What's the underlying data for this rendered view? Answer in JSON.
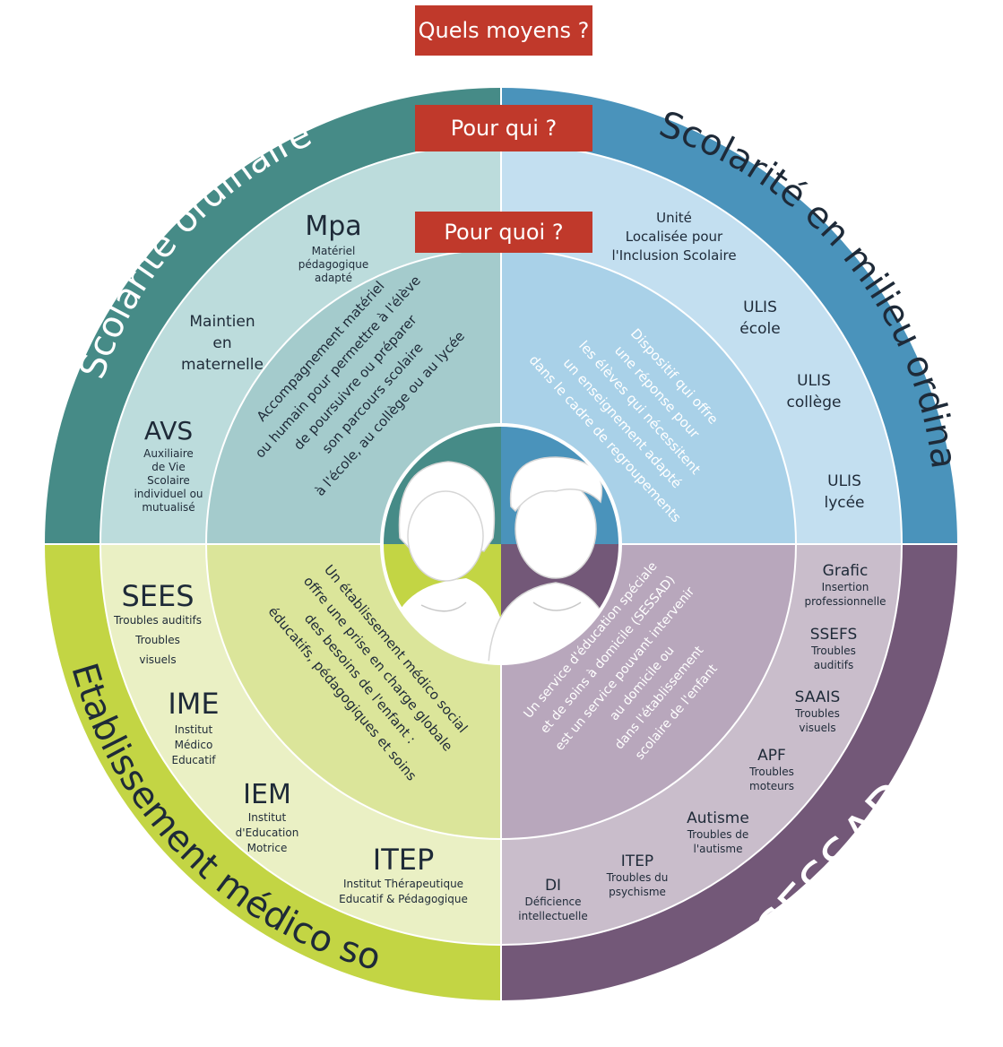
{
  "tags": {
    "means": "Quels moyens ?",
    "who": "Pour qui ?",
    "why": "Pour quoi ?"
  },
  "colors": {
    "teal_outer": "#468b87",
    "teal_mid": "#bcdcdc",
    "teal_inner": "#a4cbcc",
    "blue_outer": "#4a93bb",
    "blue_mid": "#c3dff0",
    "blue_inner": "#a9d1e8",
    "green_outer": "#c3d544",
    "green_mid": "#eaf0c4",
    "green_inner": "#dbe59a",
    "purple_outer": "#735878",
    "purple_mid": "#c9bdcb",
    "purple_inner": "#b8a7bc",
    "tag_red": "#c0392b"
  },
  "quadrants": {
    "top_left": {
      "title": "Scolarité ordinaire",
      "items": [
        {
          "acronym": "Mpa",
          "desc": [
            "Matériel",
            "pédagogique",
            "adapté"
          ]
        },
        {
          "acronym": "",
          "desc": [
            "Maintien",
            "en",
            "maternelle"
          ]
        },
        {
          "acronym": "AVS",
          "desc": [
            "Auxiliaire",
            "de Vie",
            "Scolaire",
            "individuel ou",
            "mutualisé"
          ]
        }
      ],
      "purpose": [
        "Accompagnement matériel",
        "ou humain pour permettre à l'élève",
        "de poursuivre ou préparer",
        "son parcours scolaire",
        "à l'école, au collège ou au lycée"
      ]
    },
    "top_right": {
      "title": "Scolarité en milieu ordinaire",
      "items": [
        {
          "acronym": "",
          "desc": [
            "Unité",
            "Localisée pour",
            "l'Inclusion Scolaire"
          ]
        },
        {
          "acronym": "",
          "desc": [
            "ULIS",
            "école"
          ]
        },
        {
          "acronym": "",
          "desc": [
            "ULIS",
            "collège"
          ]
        },
        {
          "acronym": "",
          "desc": [
            "ULIS",
            "lycée"
          ]
        }
      ],
      "purpose": [
        "Dispositif qui offre",
        "une réponse pour",
        "les élèves qui nécessitent",
        "un enseignement adapté",
        "dans le cadre de regroupements"
      ]
    },
    "bottom_left": {
      "title": "Etablissement médico social",
      "items": [
        {
          "acronym": "SEES",
          "desc": [
            "Troubles auditifs",
            "Troubles",
            "visuels"
          ]
        },
        {
          "acronym": "IME",
          "desc": [
            "Institut",
            "Médico",
            "Educatif"
          ]
        },
        {
          "acronym": "IEM",
          "desc": [
            "Institut",
            "d'Education",
            "Motrice"
          ]
        },
        {
          "acronym": "ITEP",
          "desc": [
            "Institut Thérapeutique",
            "Educatif & Pédagogique"
          ]
        }
      ],
      "purpose": [
        "Un établissement médico social",
        "offre une prise en charge globale",
        "des besoins de l'enfant :",
        "éducatifs, pédagogiques et soins"
      ]
    },
    "bottom_right": {
      "title": "SESSAD",
      "items": [
        {
          "acronym": "Grafic",
          "desc": [
            "Insertion",
            "professionnelle"
          ]
        },
        {
          "acronym": "SSEFS",
          "desc": [
            "Troubles",
            "auditifs"
          ]
        },
        {
          "acronym": "SAAIS",
          "desc": [
            "Troubles",
            "visuels"
          ]
        },
        {
          "acronym": "APF",
          "desc": [
            "Troubles",
            "moteurs"
          ]
        },
        {
          "acronym": "Autisme",
          "desc": [
            "Troubles de",
            "l'autisme"
          ]
        },
        {
          "acronym": "ITEP",
          "desc": [
            "Troubles du",
            "psychisme"
          ]
        },
        {
          "acronym": "DI",
          "desc": [
            "Déficience",
            "intellectuelle"
          ]
        }
      ],
      "purpose": [
        "Un service d'éducation spéciale",
        "et de soins à domicile (SESSAD)",
        "est un service pouvant intervenir",
        "au domicile ou",
        "dans l'établissement",
        "scolaire de l'enfant"
      ]
    }
  }
}
